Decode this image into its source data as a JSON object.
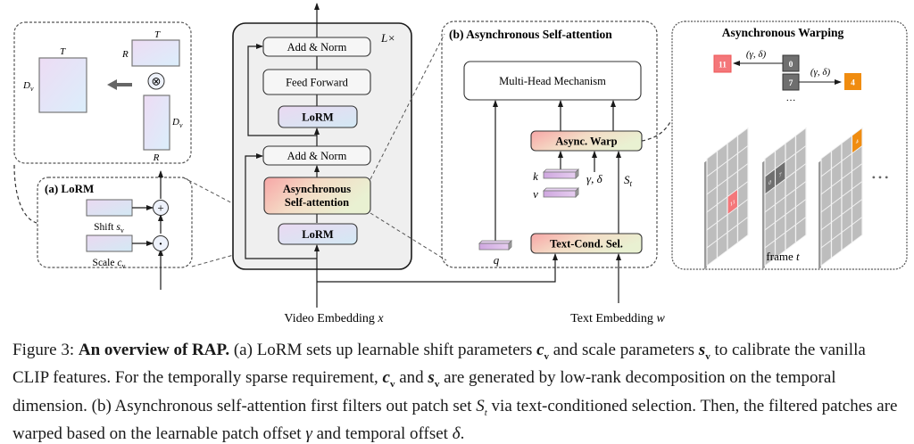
{
  "figure": {
    "decomposition_panel": {
      "output_matrix": {
        "row_label": "D_v",
        "col_label": "T"
      },
      "factor_top": {
        "row_label": "R",
        "col_label": "T"
      },
      "factor_bottom": {
        "row_label": "D_v",
        "col_label": "R"
      },
      "operator": "⊗"
    },
    "lorm_panel": {
      "title": "(a) LoRM",
      "shift_label": "Shift ",
      "shift_var": "s",
      "shift_sub": "v",
      "scale_label": "Scale ",
      "scale_var": "c",
      "scale_sub": "v",
      "add_op": "+",
      "mul_op": "·"
    },
    "transformer_block": {
      "repeat_label": "L×",
      "blocks": {
        "add_norm_top": "Add & Norm",
        "feed_forward": "Feed Forward",
        "lorm_top": "LoRM",
        "add_norm_bottom": "Add & Norm",
        "async_attention_line1": "Asynchronous",
        "async_attention_line2": "Self-attention",
        "lorm_bottom": "LoRM"
      },
      "input_label": "Video Embedding ",
      "input_var": "x"
    },
    "attention_panel": {
      "title": "(b) Asynchronous Self-attention",
      "multi_head": "Multi-Head Mechanism",
      "async_warp": "Async. Warp",
      "text_cond_sel": "Text-Cond. Sel.",
      "k_label": "k",
      "v_label": "v",
      "q_label": "q",
      "offsets_label": "γ, δ",
      "set_label": "S",
      "set_sub": "t",
      "text_input_label": "Text Embedding ",
      "text_input_var": "w"
    },
    "warping_panel": {
      "title": "Asynchronous Warping",
      "offset_label_left": "(γ, δ)",
      "offset_label_right": "(γ, δ)",
      "patches": {
        "source_a": "0",
        "source_b": "7",
        "target_left": "11",
        "target_right": "4"
      },
      "ellipsis_small": "…",
      "ellipsis_frames": "• • •",
      "frame_label": "frame ",
      "frame_var": "t"
    },
    "colors": {
      "patch_red": "#f4777a",
      "patch_dark": "#6f6f6f",
      "patch_orange": "#f08c10",
      "frame_grey": "#bdbdbd",
      "block_bg": "#efefef"
    }
  },
  "caption": {
    "label": "Figure 3: ",
    "bold_title": "An overview of RAP.",
    "t1": " (a) LoRM sets up learnable shift parameters ",
    "m1": "c",
    "t2": " and scale parameters ",
    "m2": "s",
    "t3": " to calibrate the vanilla CLIP features. For the temporally sparse requirement, ",
    "m3": "c",
    "t4": " and ",
    "m4": "s",
    "t5": " are generated by low-rank decomposition on the temporal dimension. (b) Asynchronous self-attention first filters out patch set ",
    "m5": "S",
    "t6": " via text-conditioned selection. Then, the filtered patches are warped based on the learnable patch offset ",
    "m6": "γ",
    "t7": " and temporal offset ",
    "m7": "δ",
    "t8": ".",
    "sub_v": "v",
    "sub_t": "t"
  }
}
